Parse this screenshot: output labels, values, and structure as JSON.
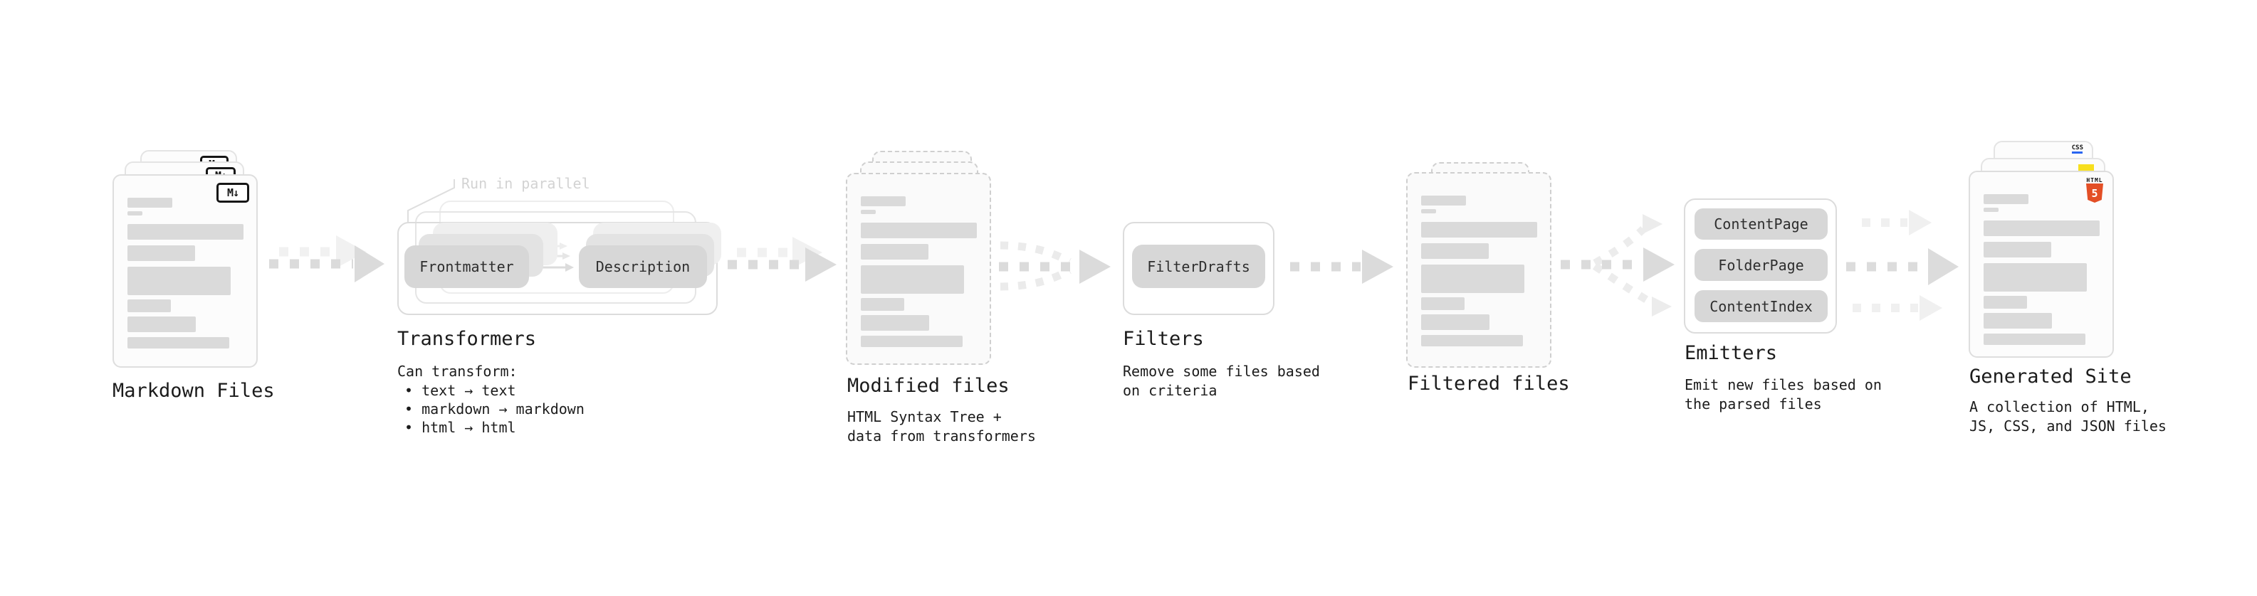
{
  "colors": {
    "accent_html": "#e34f26",
    "accent_js": "#f7df1e",
    "accent_css": "#2965f1"
  },
  "stages": {
    "markdown": {
      "title": "Markdown Files",
      "icon_label": "M↓"
    },
    "transformers": {
      "title": "Transformers",
      "annotation": "Run in parallel",
      "node_a": "Frontmatter",
      "node_b": "Description",
      "desc_lines": [
        "Can transform:",
        "• text → text",
        "• markdown → markdown",
        "• html → html"
      ]
    },
    "modified": {
      "title": "Modified files",
      "desc_lines": [
        "HTML Syntax Tree +",
        "data from transformers"
      ]
    },
    "filters": {
      "title": "Filters",
      "node": "FilterDrafts",
      "desc_lines": [
        "Remove some files based",
        "on criteria"
      ]
    },
    "filtered": {
      "title": "Filtered files"
    },
    "emitters": {
      "title": "Emitters",
      "nodes": [
        "ContentPage",
        "FolderPage",
        "ContentIndex"
      ],
      "desc_lines": [
        "Emit new files based on",
        "the parsed files"
      ]
    },
    "generated": {
      "title": "Generated Site",
      "css_label": "CSS",
      "html_label": "HTML",
      "html_number": "5",
      "desc_lines": [
        "A collection of HTML,",
        "JS, CSS, and JSON files"
      ]
    }
  }
}
